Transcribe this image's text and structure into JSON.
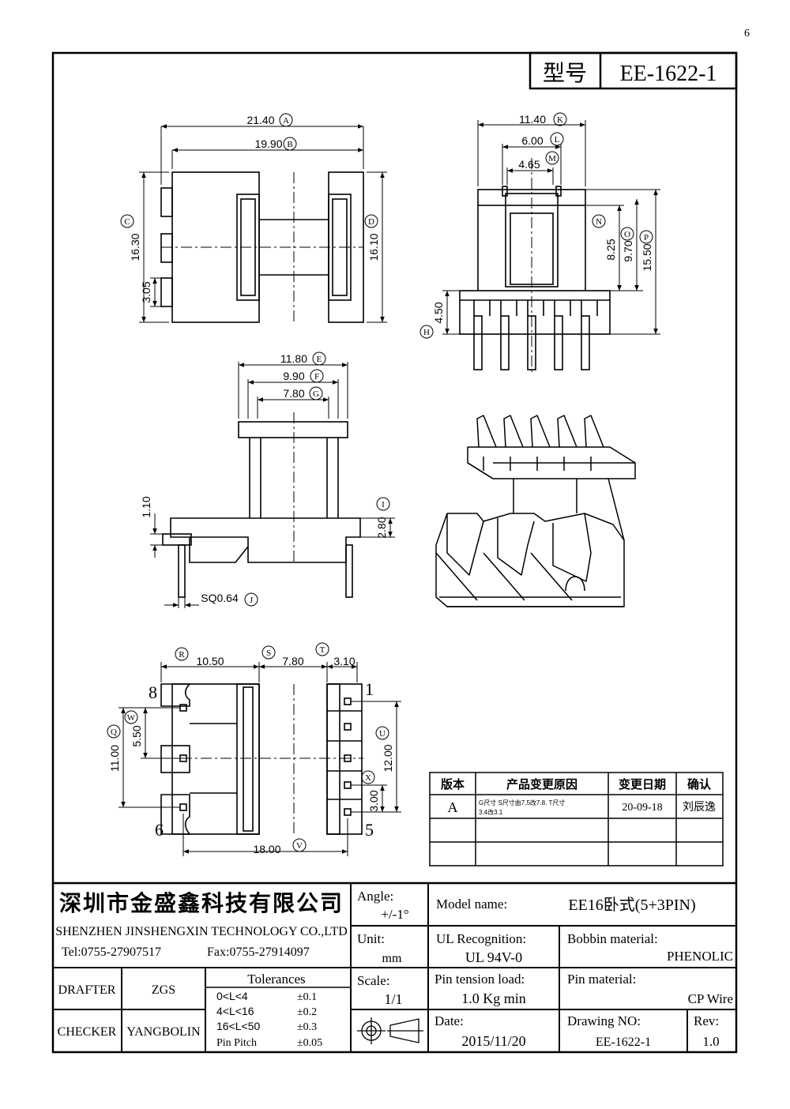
{
  "page_mark": "6",
  "model": {
    "label": "型号",
    "value": "EE-1622-1"
  },
  "dims": {
    "A": "21.40",
    "B": "19.90",
    "C": "16.30",
    "D": "16.10",
    "h305": "3.05",
    "K": "11.40",
    "L": "6.00",
    "M": "4.65",
    "N_val": "8.25",
    "O_val": "9.70",
    "P_val": "15.50",
    "H_val": "4.50",
    "E": "11.80",
    "F": "9.90",
    "G": "7.80",
    "h110": "1.10",
    "I_val": "2.80",
    "J": "SQ0.64",
    "R": "10.50",
    "S": "7.80",
    "T": "3.10",
    "Q_val": "11.00",
    "W_val": "5.50",
    "U_val": "12.00",
    "X_val": "3.00",
    "V": "18.00"
  },
  "circle_letters": [
    "A",
    "B",
    "C",
    "D",
    "E",
    "F",
    "G",
    "H",
    "I",
    "J",
    "K",
    "L",
    "M",
    "N",
    "O",
    "P",
    "Q",
    "R",
    "S",
    "T",
    "U",
    "V",
    "W",
    "X"
  ],
  "pin_numbers": {
    "p1": "1",
    "p5": "5",
    "p6": "6",
    "p8": "8"
  },
  "revision_table": {
    "headers": [
      "版本",
      "产品变更原因",
      "变更日期",
      "确认"
    ],
    "rows": [
      {
        "ver": "A",
        "reason_1": "G尺寸 S尺寸由7.5改7.8. T尺寸",
        "reason_2": "3.4改3.1",
        "date": "20-09-18",
        "confirm": "刘辰逸"
      }
    ]
  },
  "title_block": {
    "company_cn": "深圳市金盛鑫科技有限公司",
    "company_en": "SHENZHEN JINSHENGXIN TECHNOLOGY CO.,LTD",
    "tel": "Tel:0755-27907517",
    "fax": "Fax:0755-27914097",
    "angle_label": "Angle:",
    "angle_value": "+/-1°",
    "model_name_label": "Model name:",
    "model_name_value": "EE16卧式(5+3PIN)",
    "unit_label": "Unit:",
    "unit_value": "mm",
    "ul_label": "UL Recognition:",
    "ul_value": "UL 94V-0",
    "bobbin_label": "Bobbin material:",
    "bobbin_value": "PHENOLIC",
    "scale_label": "Scale:",
    "scale_value": "1/1",
    "pin_tension_label": "Pin tension load:",
    "pin_tension_value": "1.0 Kg min",
    "pin_material_label": "Pin material:",
    "pin_material_value": "CP Wire",
    "drafter_label": "DRAFTER",
    "drafter_value": "ZGS",
    "checker_label": "CHECKER",
    "checker_value": "YANGBOLIN",
    "tolerances_label": "Tolerances",
    "tolerances": [
      {
        "range": "0<L<4",
        "value": "±0.1"
      },
      {
        "range": "4<L<16",
        "value": "±0.2"
      },
      {
        "range": "16<L<50",
        "value": "±0.3"
      },
      {
        "range": "Pin Pitch",
        "value": "±0.05"
      }
    ],
    "date_label": "Date:",
    "date_value": "2015/11/20",
    "drawing_no_label": "Drawing NO:",
    "drawing_no_value": "EE-1622-1",
    "rev_label": "Rev:",
    "rev_value": "1.0"
  }
}
